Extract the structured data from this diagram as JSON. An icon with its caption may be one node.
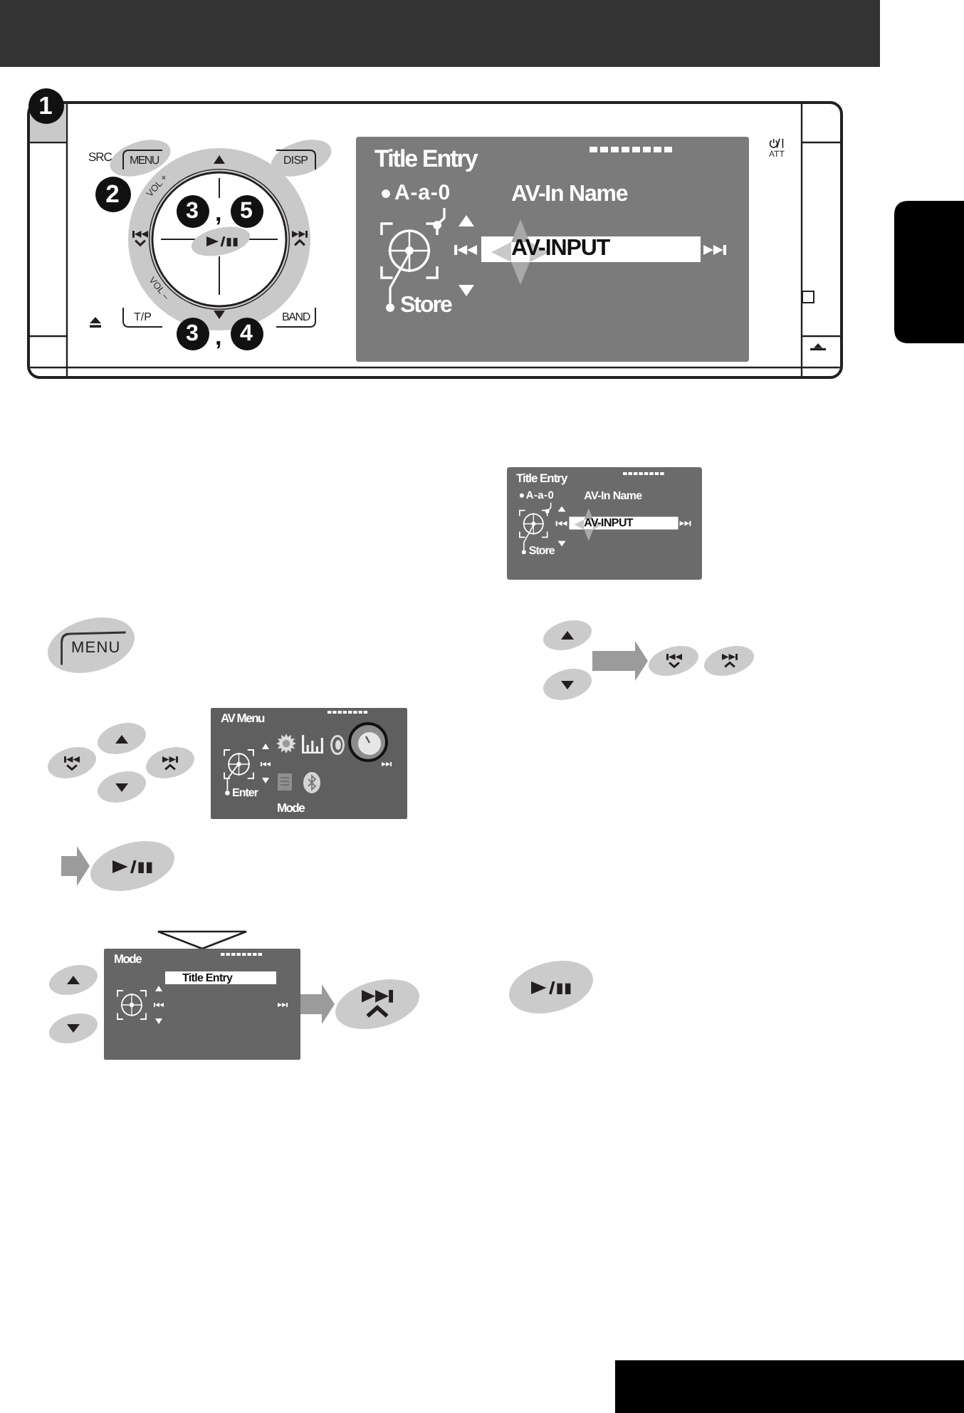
{
  "diagram": {
    "nodes": [
      {
        "text": [
          "SRC",
          "MENU",
          "DISP",
          "ATT",
          "VOL +",
          "VOL –",
          "T/P",
          "BAND"
        ]
      },
      {
        "text": [
          "Title Entry",
          "A-a-0",
          "AV-In Name",
          "AV-INPUT",
          "Store"
        ],
        "in": 0
      },
      {
        "text": [
          "MENU"
        ]
      },
      {
        "text": [],
        "shape": "ellipse"
      },
      {
        "text": [],
        "shape": "ellipse"
      },
      {
        "text": [],
        "shape": "ellipse"
      },
      {
        "text": [],
        "shape": "ellipse"
      },
      {
        "text": [
          "AV Menu",
          "Enter",
          "Mode"
        ]
      },
      {
        "text": [],
        "shape": "ellipse"
      },
      {
        "text": [],
        "shape": "ellipse"
      },
      {
        "text": [],
        "shape": "ellipse"
      },
      {
        "text": [
          "Mode",
          "Title Entry"
        ]
      },
      {
        "text": [],
        "shape": "ellipse"
      },
      {
        "text": [
          "Title Entry",
          "A-a-0",
          "AV-In Name",
          "AV-INPUT",
          "Store"
        ]
      },
      {
        "text": [],
        "shape": "ellipse"
      },
      {
        "text": [],
        "shape": "ellipse"
      },
      {
        "text": [],
        "shape": "ellipse"
      },
      {
        "text": [],
        "shape": "ellipse"
      },
      {
        "text": [],
        "shape": "ellipse"
      },
      {
        "text": [],
        "shape": "box"
      }
    ],
    "edges": [
      {
        "from": null,
        "to": 8,
        "arrow": "to"
      },
      {
        "from": null,
        "to": 11,
        "arrow": "to",
        "color": "#231f20"
      },
      {
        "from": 11,
        "to": 12,
        "arrow": "to"
      },
      {
        "from": 15,
        "to": 16,
        "arrow": "to"
      }
    ],
    "labels": [
      "1",
      "2",
      "3",
      ",",
      "5",
      "3",
      ",",
      "4"
    ]
  }
}
